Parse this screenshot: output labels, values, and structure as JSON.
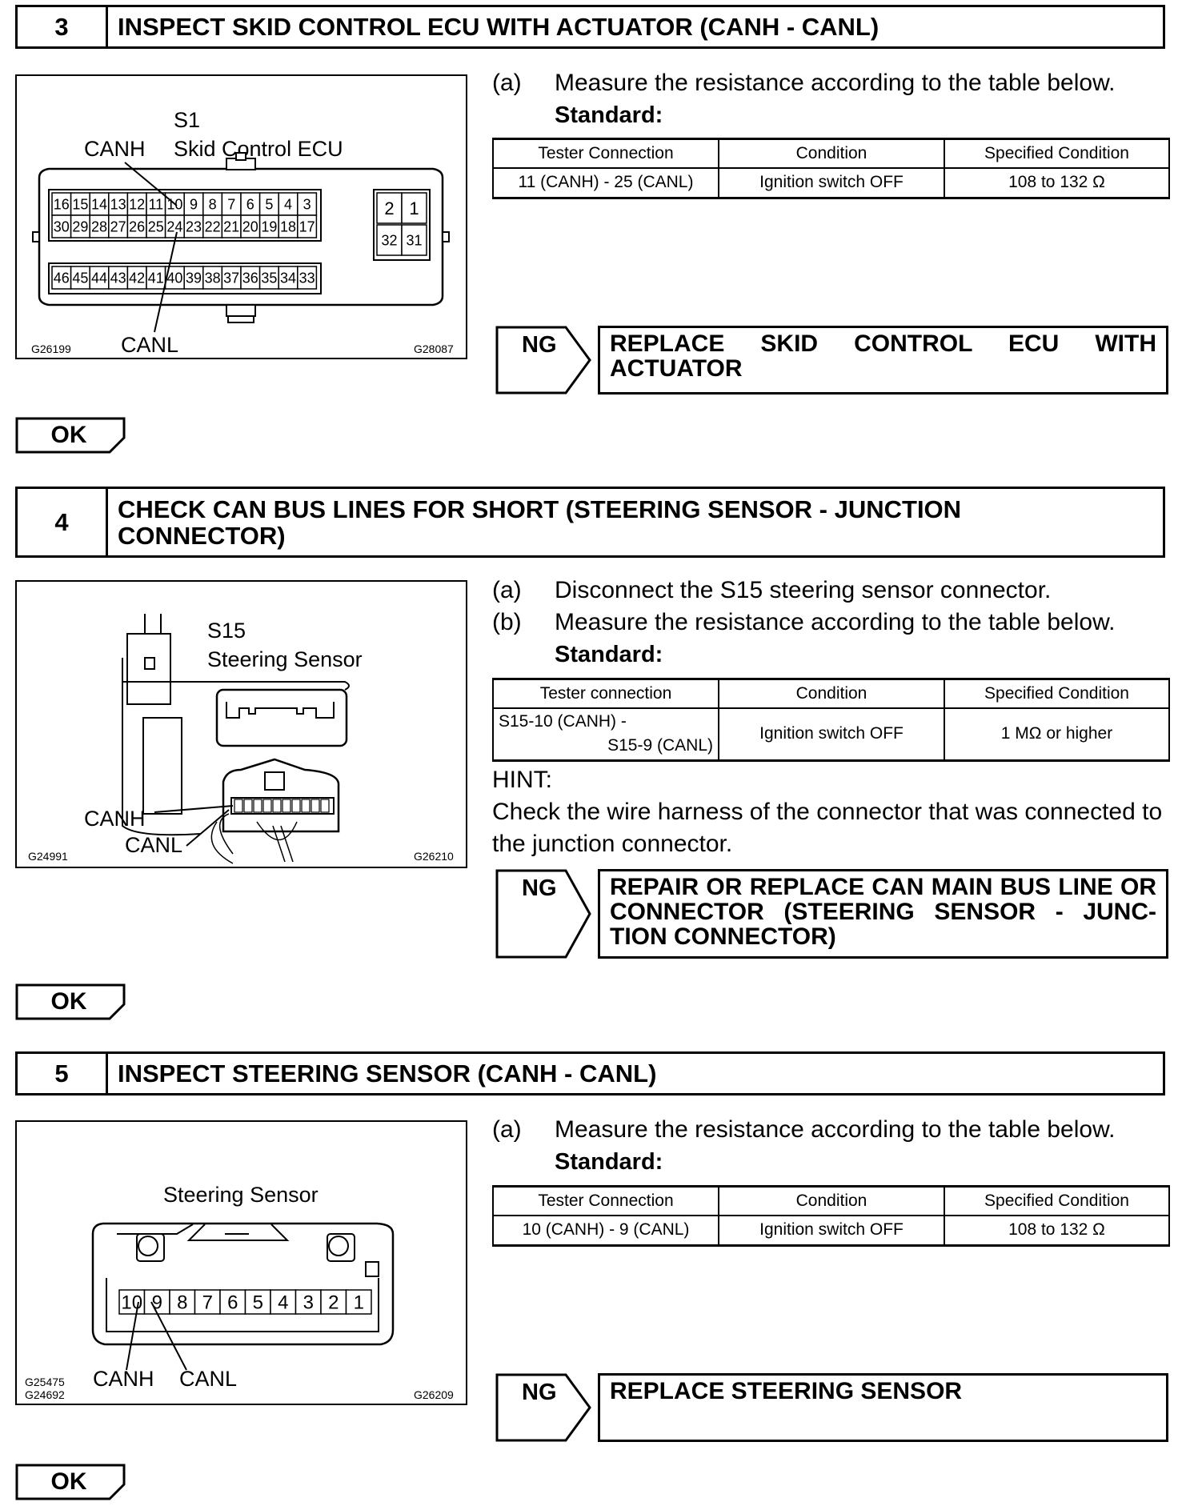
{
  "steps": [
    {
      "number": "3",
      "title": "INSPECT SKID CONTROL ECU WITH ACTUATOR (CANH - CANL)",
      "figure": {
        "connector_id": "S1",
        "component": "Skid Control ECU",
        "label_canh": "CANH",
        "label_canl": "CANL",
        "code_left": "G26199",
        "code_right": "G28087",
        "pins_row1": [
          "16",
          "15",
          "14",
          "13",
          "12",
          "11",
          "10",
          "9",
          "8",
          "7",
          "6",
          "5",
          "4",
          "3"
        ],
        "pins_row2": [
          "30",
          "29",
          "28",
          "27",
          "26",
          "25",
          "24",
          "23",
          "22",
          "21",
          "20",
          "19",
          "18",
          "17"
        ],
        "pins_row3": [
          "46",
          "45",
          "44",
          "43",
          "42",
          "41",
          "40",
          "39",
          "38",
          "37",
          "36",
          "35",
          "34",
          "33"
        ],
        "pins_side_top": [
          "2",
          "1"
        ],
        "pins_side_bottom": [
          "32",
          "31"
        ]
      },
      "instructions": [
        {
          "label": "(a)",
          "text": "Measure the resistance according to the table below."
        }
      ],
      "standard_label": "Standard:",
      "table": {
        "headers": [
          "Tester Connection",
          "Condition",
          "Specified Condition"
        ],
        "rows": [
          [
            "11 (CANH) - 25 (CANL)",
            "Ignition switch OFF",
            "108 to 132 Ω"
          ]
        ]
      },
      "ng_label": "NG",
      "ng_action": "REPLACE SKID CONTROL ECU WITH ACTUATOR",
      "ok_label": "OK"
    },
    {
      "number": "4",
      "title": "CHECK CAN BUS LINES FOR SHORT (STEERING SENSOR - JUNCTION CONNECTOR)",
      "figure": {
        "connector_id": "S15",
        "component": "Steering Sensor",
        "label_canh": "CANH",
        "label_canl": "CANL",
        "code_left": "G24991",
        "code_right": "G26210"
      },
      "instructions": [
        {
          "label": "(a)",
          "text": "Disconnect the S15 steering sensor connector."
        },
        {
          "label": "(b)",
          "text": "Measure the resistance according to the table below."
        }
      ],
      "standard_label": "Standard:",
      "table": {
        "headers": [
          "Tester connection",
          "Condition",
          "Specified Condition"
        ],
        "rows": [
          [
            "S15-10 (CANH) -",
            "Ignition switch OFF",
            "1 MΩ or higher"
          ]
        ],
        "row_cont": "S15-9 (CANL)"
      },
      "hint_label": "HINT:",
      "hint_text": "Check the wire harness of the connector that was connected to the junction connector.",
      "ng_label": "NG",
      "ng_action_lines": [
        "REPAIR OR REPLACE CAN MAIN BUS LINE OR",
        "CONNECTOR (STEERING SENSOR - JUNC-",
        "TION CONNECTOR)"
      ],
      "ok_label": "OK"
    },
    {
      "number": "5",
      "title": "INSPECT STEERING SENSOR (CANH - CANL)",
      "figure": {
        "component": "Steering Sensor",
        "label_canh": "CANH",
        "label_canl": "CANL",
        "code_left_1": "G25475",
        "code_left_2": "G24692",
        "code_right": "G26209",
        "pins": [
          "10",
          "9",
          "8",
          "7",
          "6",
          "5",
          "4",
          "3",
          "2",
          "1"
        ]
      },
      "instructions": [
        {
          "label": "(a)",
          "text": "Measure the resistance according to the table below."
        }
      ],
      "standard_label": "Standard:",
      "table": {
        "headers": [
          "Tester Connection",
          "Condition",
          "Specified Condition"
        ],
        "rows": [
          [
            "10 (CANH) - 9 (CANL)",
            "Ignition switch OFF",
            "108 to 132 Ω"
          ]
        ]
      },
      "ng_label": "NG",
      "ng_action": "REPLACE STEERING SENSOR",
      "ok_label": "OK"
    }
  ]
}
